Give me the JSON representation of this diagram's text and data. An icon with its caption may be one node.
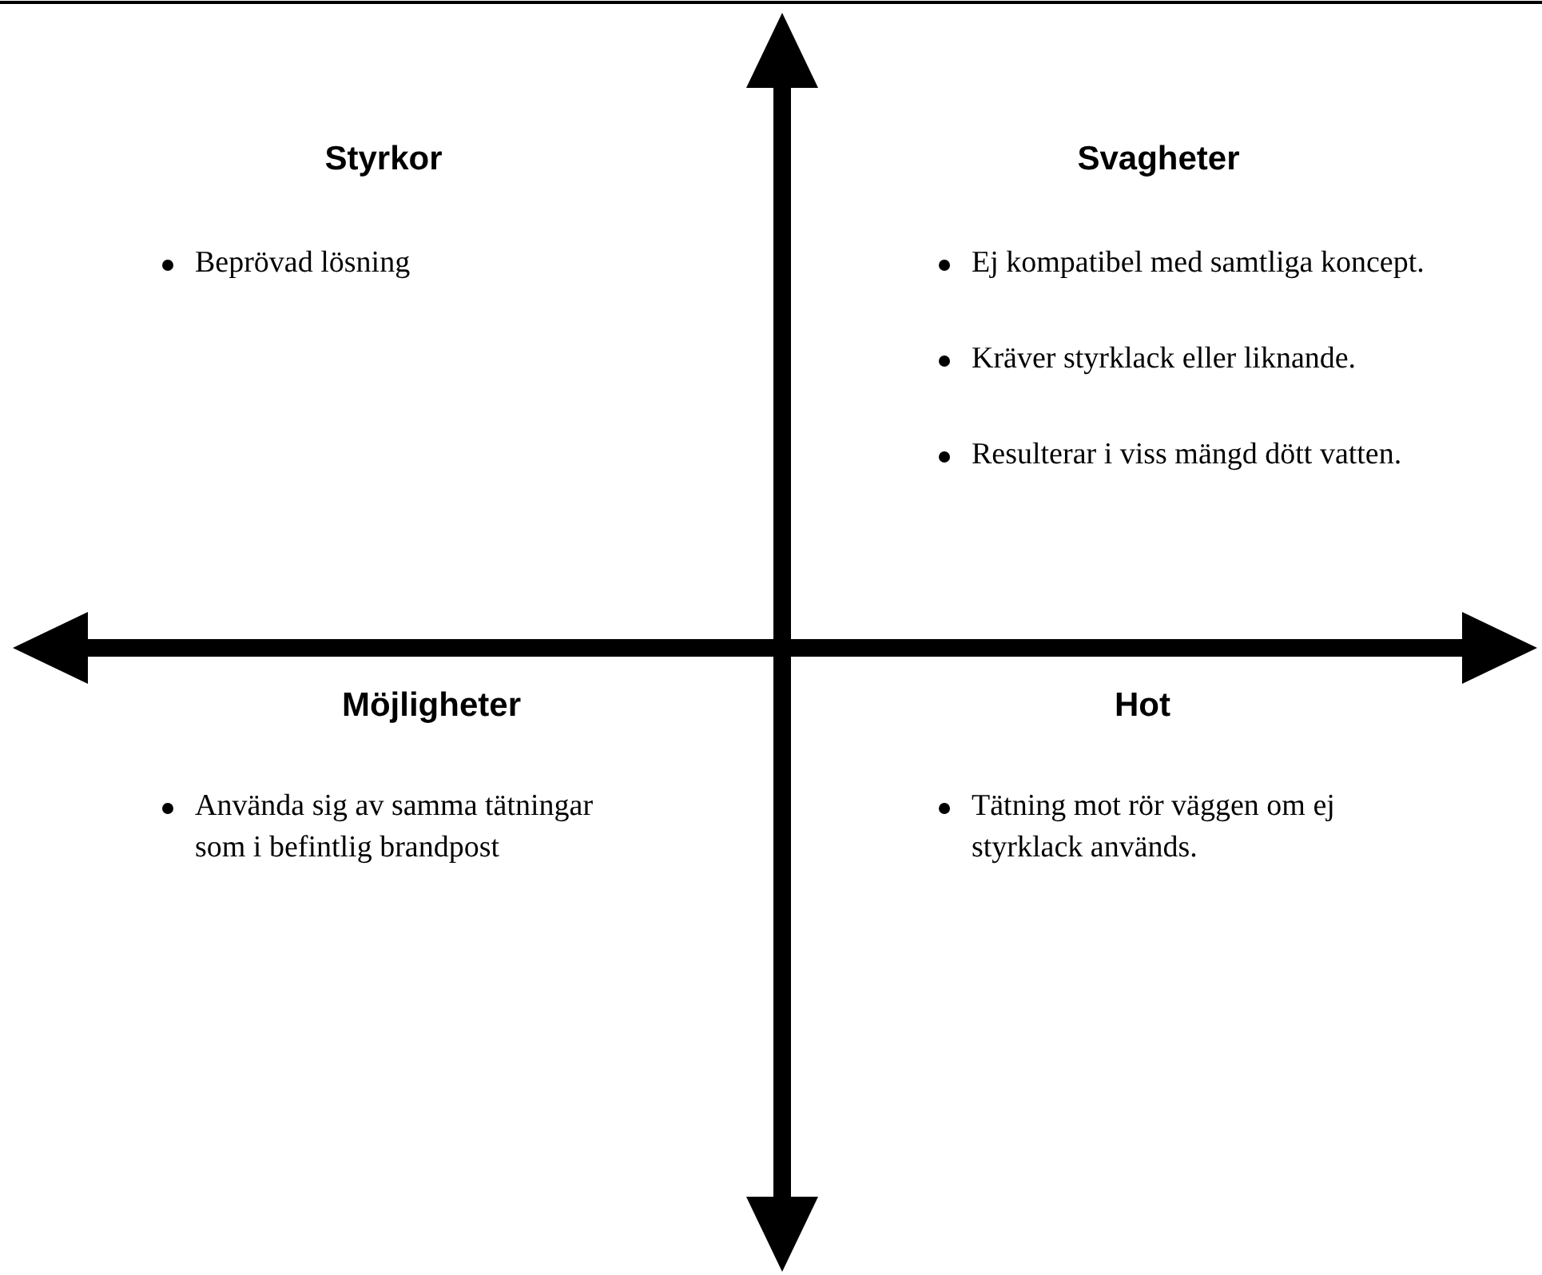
{
  "diagram": {
    "labels": [
      "Styrkor",
      "Svagheter",
      "Beprövad lösning",
      "Ej kompatibel med samtliga koncept.",
      "Kräver styrklack eller liknande.",
      "Resulterar i viss mängd dött vatten.",
      "Möjligheter",
      "Hot",
      "Använda sig av samma tätningar som i befintlig brandpost",
      "Tätning mot rör väggen om ej styrklack används."
    ]
  }
}
